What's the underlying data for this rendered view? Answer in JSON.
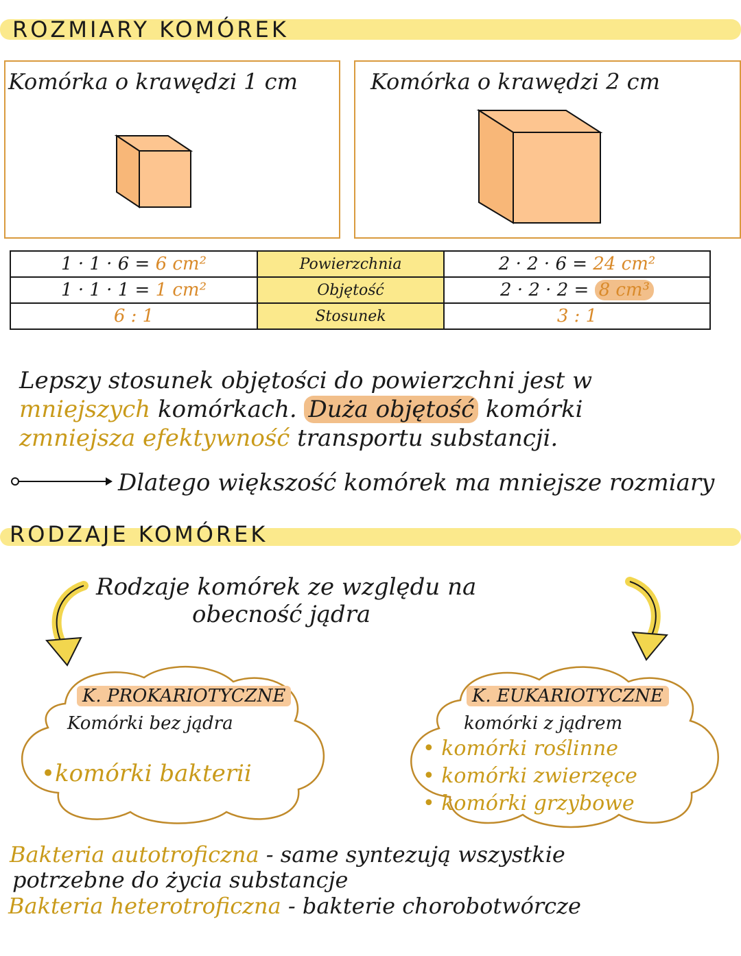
{
  "section1": {
    "title": "ROZMIARY KOMÓREK"
  },
  "panels": [
    {
      "label": "Komórka o krawędzi 1 cm"
    },
    {
      "label": "Komórka o krawędzi 2 cm"
    }
  ],
  "table": {
    "rows": [
      {
        "left_formula": "1 · 1 · 6 =",
        "left_value": "6 cm²",
        "middle": "Powierzchnia",
        "right_formula": "2 · 2 · 6 =",
        "right_value": "24 cm²"
      },
      {
        "left_formula": "1 · 1 · 1 =",
        "left_value": "1 cm²",
        "middle": "Objętość",
        "right_formula": "2 · 2 · 2 =",
        "right_value": "8 cm³"
      },
      {
        "left_formula": "",
        "left_value": "6 : 1",
        "middle": "Stosunek",
        "right_formula": "",
        "right_value": "3 : 1"
      }
    ]
  },
  "paragraph": {
    "line1": "Lepszy stosunek objętości do powierzchni jest w",
    "line2_a": "mniejszych",
    "line2_b": "komórkach.",
    "line2_c": "Duża objętość",
    "line2_d": "komórki",
    "line3_a": "zmniejsza efektywność",
    "line3_b": "transportu substancji."
  },
  "conclusion": {
    "text": "Dlatego większość komórek ma mniejsze rozmiary"
  },
  "section2": {
    "title": "RODZAJE KOMÓREK"
  },
  "types_heading": {
    "line1": "Rodzaje komórek ze względu na",
    "line2": "obecność jądra"
  },
  "prokaryotic": {
    "title": "K. PROKARIOTYCZNE",
    "subtitle": "Komórki bez jądra",
    "items": [
      "•komórki bakterii"
    ]
  },
  "eukaryotic": {
    "title": "K. EUKARIOTYCZNE",
    "subtitle": "komórki z jądrem",
    "items": [
      "• komórki roślinne",
      "• komórki zwierzęce",
      "• komórki grzybowe"
    ]
  },
  "bacteria": {
    "auto_term": "Bakteria autotroficzna",
    "auto_def_1": "- same syntezują wszystkie",
    "auto_def_2": "potrzebne do życia substancje",
    "hetero_term": "Bakteria heterotroficzna",
    "hetero_def": "- bakterie chorobotwórcze"
  },
  "colors": {
    "highlight_yellow": "#fbe98c",
    "highlight_orange": "#f2bf8a",
    "accent_gold": "#c99a1a",
    "cube_fill": "#fdc590"
  }
}
